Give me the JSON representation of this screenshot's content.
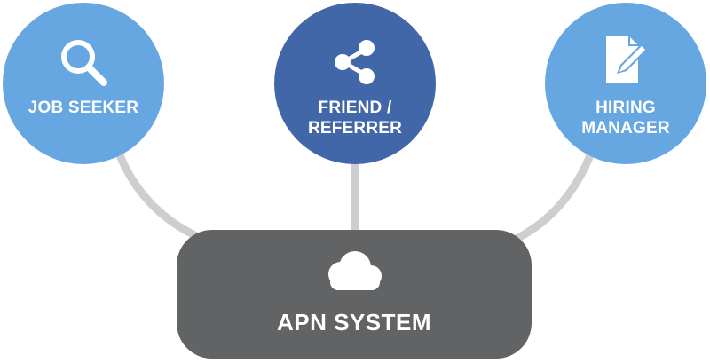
{
  "colors": {
    "light_blue": "#66a7e2",
    "dark_blue": "#4167a9",
    "system_gray": "#626365",
    "connector_gray": "#cdced0",
    "text_white": "#ffffff"
  },
  "nodes": [
    {
      "label": "JOB SEEKER",
      "icon": "magnifier-icon"
    },
    {
      "label": "FRIEND /\nREFERRER",
      "icon": "share-icon"
    },
    {
      "label": "HIRING\nMANAGER",
      "icon": "document-edit-icon"
    }
  ],
  "system": {
    "label": "APN SYSTEM",
    "icon": "cloud-icon"
  }
}
